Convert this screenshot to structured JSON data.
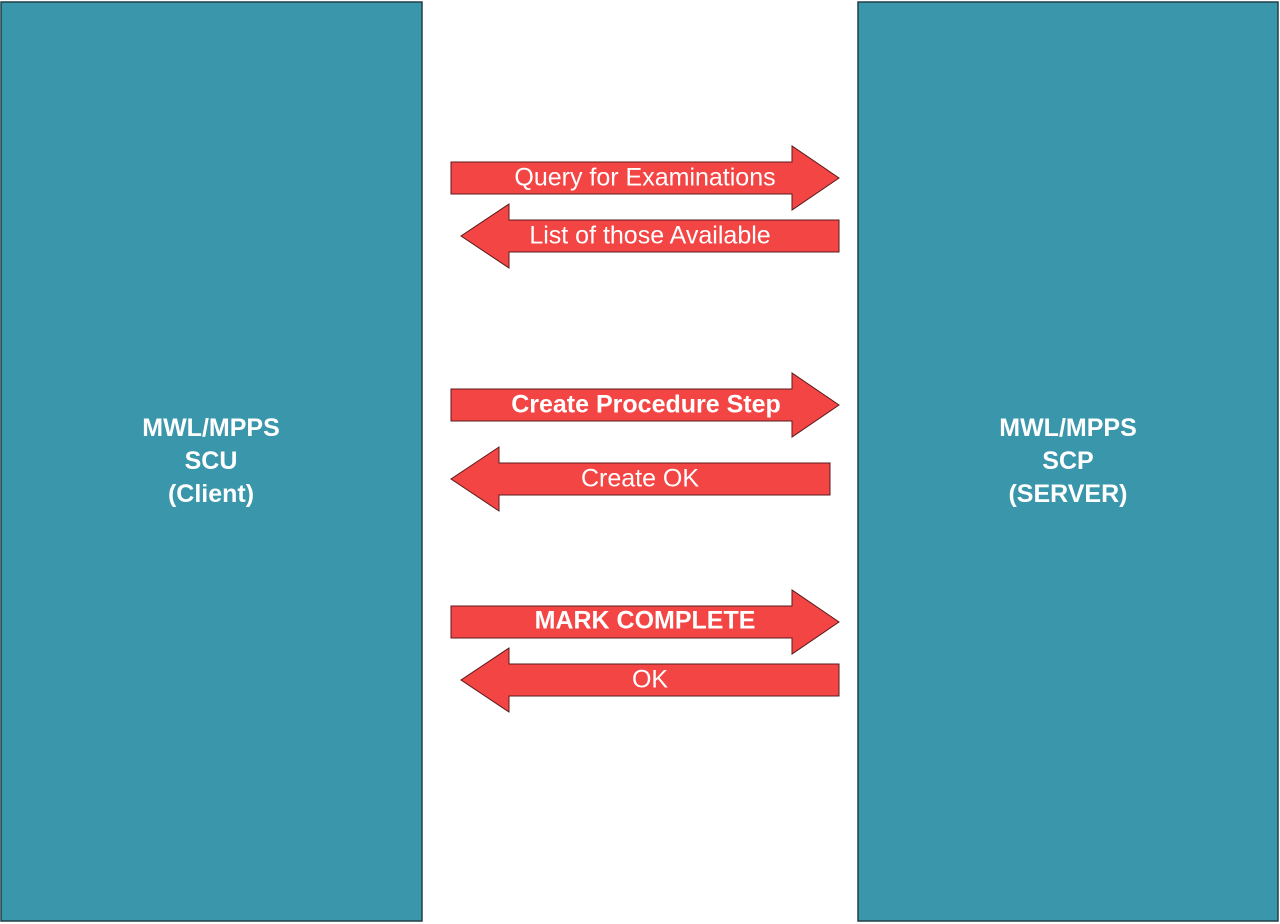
{
  "client": {
    "line1": "MWL/MPPS",
    "line2": "SCU",
    "line3": "(Client)"
  },
  "server": {
    "line1": "MWL/MPPS",
    "line2": "SCP",
    "line3": "(SERVER)"
  },
  "messages": [
    {
      "label": "Query for Examinations",
      "direction": "to-server"
    },
    {
      "label": "List of those Available",
      "direction": "to-client"
    },
    {
      "label": "Create Procedure Step",
      "direction": "to-server"
    },
    {
      "label": "Create OK",
      "direction": "to-client"
    },
    {
      "label": "MARK COMPLETE",
      "direction": "to-server"
    },
    {
      "label": "OK",
      "direction": "to-client"
    }
  ],
  "colors": {
    "box": "#3a96ab",
    "arrow": "#f44545"
  }
}
